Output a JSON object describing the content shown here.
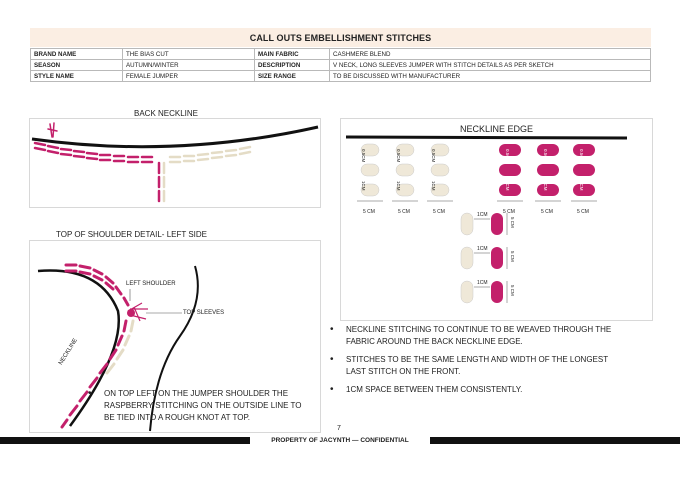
{
  "header": {
    "title": "CALL OUTS EMBELLISHMENT STITCHES"
  },
  "spec": {
    "rows": [
      {
        "k1": "BRAND NAME",
        "v1": "THE BIAS CUT",
        "k2": "MAIN FABRIC",
        "v2": "CASHMERE BLEND"
      },
      {
        "k1": "SEASON",
        "v1": "AUTUMN/WINTER",
        "k2": "DESCRIPTION",
        "v2": "V NECK, LONG SLEEVES JUMPER WITH STITCH DETAILS AS PER SKETCH"
      },
      {
        "k1": "STYLE NAME",
        "v1": "FEMALE JUMPER",
        "k2": "SIZE RANGE",
        "v2": "TO BE DISCUSSED WITH MANUFACTURER"
      }
    ]
  },
  "back_neckline": {
    "title": "BACK NECKLINE"
  },
  "shoulder": {
    "title": "TOP OF SHOULDER DETAIL- LEFT SIDE",
    "left_shoulder": "LEFT SHOULDER",
    "top_sleeves": "TOP SLEEVES",
    "neckline": "NECKLINE",
    "note": "ON TOP LEFT ON THE JUMPER SHOULDER THE RASPBERRY STITCHING ON THE OUTSIDE LINE TO BE TIED INTO A ROUGH KNOT AT TOP."
  },
  "neckline_edge": {
    "title": "NECKLINE EDGE",
    "h_05cm": "0.5CM",
    "h_1cm": "1CM",
    "h_5cm": "5 CM",
    "h_1cm_top": "1CM",
    "v_5cm": "5 CM"
  },
  "notes": [
    "NECKLINE STITCHING TO CONTINUE TO BE WEAVED THROUGH THE FABRIC AROUND THE BACK NECKLINE EDGE.",
    "STITCHES TO BE THE SAME LENGTH AND WIDTH OF THE LONGEST LAST STITCH ON THE FRONT.",
    "1CM SPACE BETWEEN THEM CONSISTENTLY."
  ],
  "footer": {
    "page": "7",
    "text": "PROPERTY OF JACYNTH — CONFIDENTIAL"
  },
  "colors": {
    "raspberry": "#c3206b",
    "cream": "#efe8d8",
    "title_bg": "#fbeee3"
  }
}
